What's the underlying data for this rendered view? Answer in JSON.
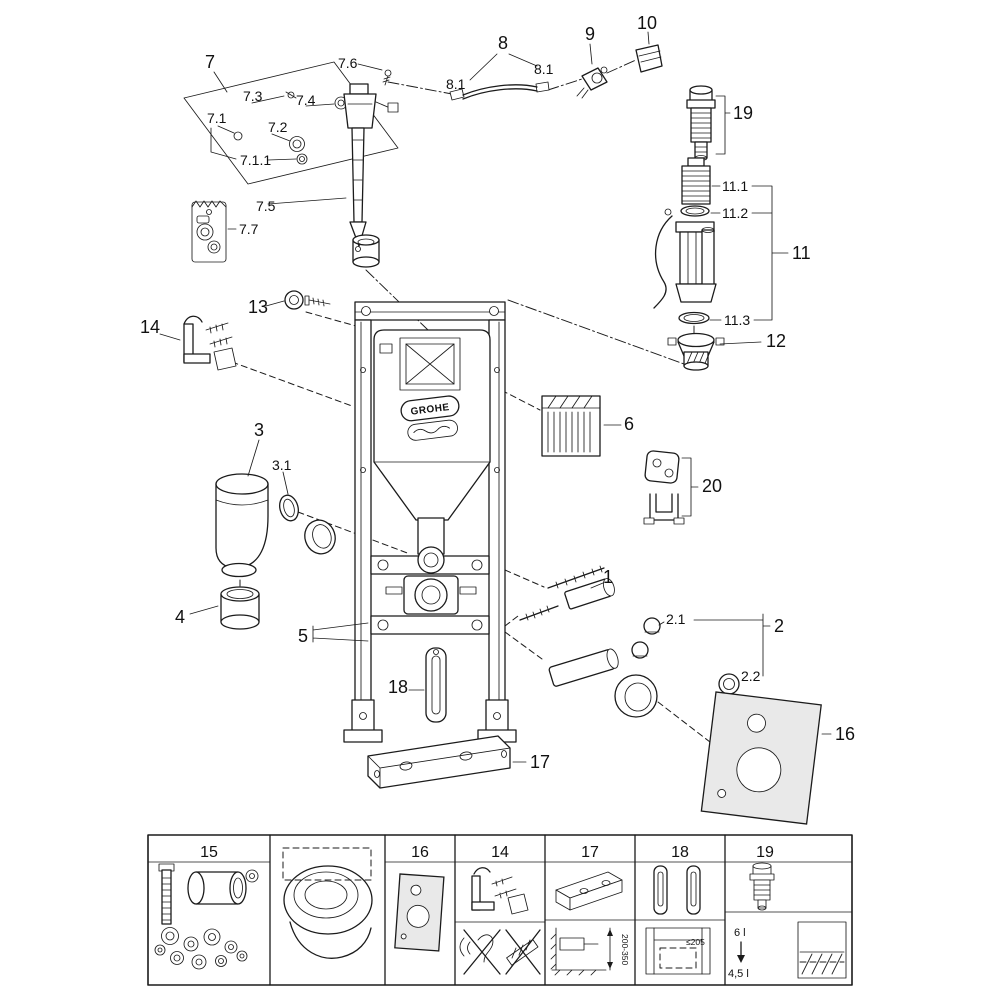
{
  "brand": "GROHE",
  "callouts": {
    "n1": "1",
    "n2": "2",
    "n2_1": "2.1",
    "n2_2": "2.2",
    "n3": "3",
    "n3_1": "3.1",
    "n4": "4",
    "n5": "5",
    "n6": "6",
    "n7": "7",
    "n7_1": "7.1",
    "n7_1_1": "7.1.1",
    "n7_2": "7.2",
    "n7_3": "7.3",
    "n7_4": "7.4",
    "n7_5": "7.5",
    "n7_6": "7.6",
    "n7_7": "7.7",
    "n8": "8",
    "n8_1a": "8.1",
    "n8_1b": "8.1",
    "n9": "9",
    "n10": "10",
    "n11": "11",
    "n11_1": "11.1",
    "n11_2": "11.2",
    "n11_3": "11.3",
    "n12": "12",
    "n13": "13",
    "n14": "14",
    "n16": "16",
    "n17": "17",
    "n18": "18",
    "n19": "19",
    "n20": "20"
  },
  "legend": {
    "h15": "15",
    "h16": "16",
    "h14": "14",
    "h17": "17",
    "h18": "18",
    "h19": "19",
    "dim17": "200-350",
    "dim18": "≤205",
    "flush_full": "6 l",
    "flush_eco": "4,5 l"
  }
}
